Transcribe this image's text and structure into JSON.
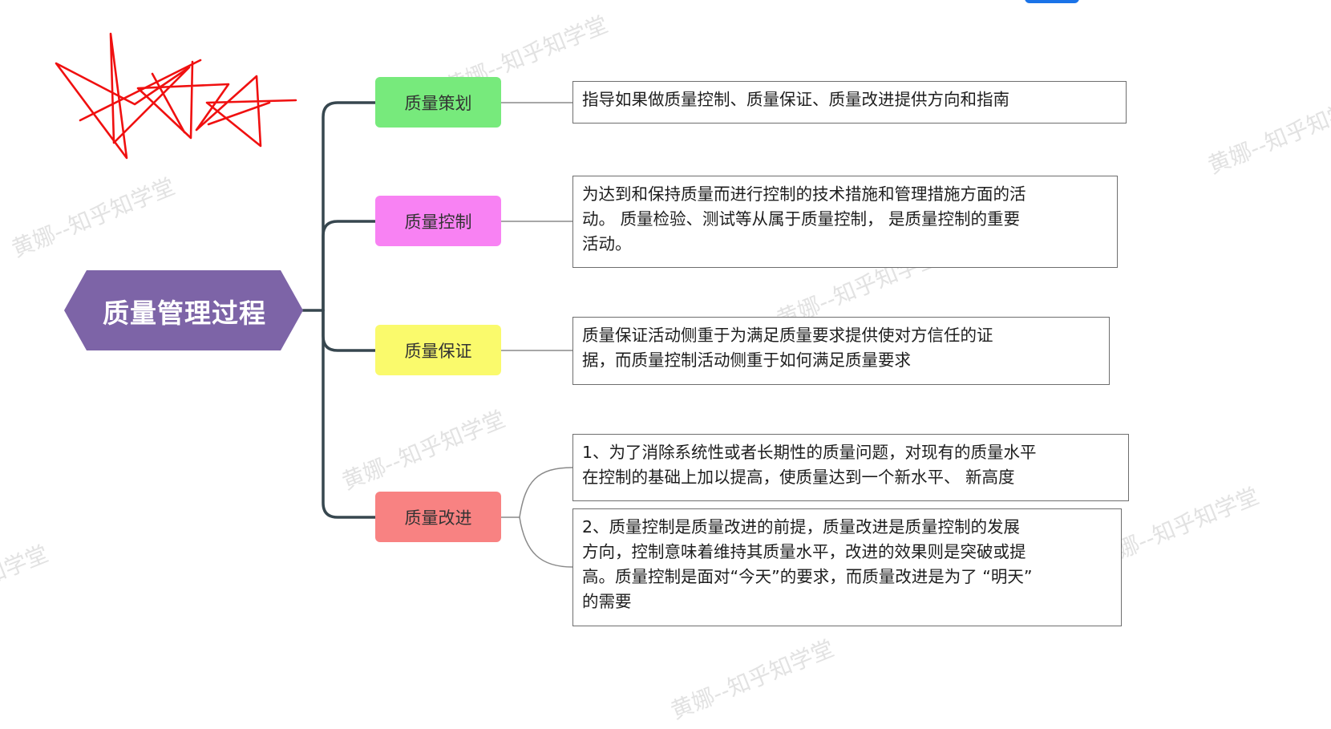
{
  "watermark": "黄娜--知乎知学堂",
  "mindmap": {
    "root": {
      "label": "质量管理过程",
      "fill": "#7d64a7"
    },
    "line_color": "#37474f",
    "branches": [
      {
        "label": "质量策划",
        "color": "#77ea7c",
        "details": [
          "指导如果做质量控制、质量保证、质量改进提供方向和指南"
        ]
      },
      {
        "label": "质量控制",
        "color": "#f882f3",
        "details": [
          "为达到和保持质量而进行控制的技术措施和管理措施方面的活\n动。 质量检验、测试等从属于质量控制， 是质量控制的重要\n活动。"
        ]
      },
      {
        "label": "质量保证",
        "color": "#fafa6c",
        "details": [
          "质量保证活动侧重于为满足质量要求提供使对方信任的证\n据，而质量控制活动侧重于如何满足质量要求"
        ]
      },
      {
        "label": "质量改进",
        "color": "#f88282",
        "details": [
          "1、为了消除系统性或者长期性的质量问题，对现有的质量水平\n在控制的基础上加以提高，使质量达到一个新水平、 新高度",
          "2、质量控制是质量改进的前提，质量改进是质量控制的发展\n方向，控制意味着维持其质量水平，改进的效果则是突破或提\n高。质量控制是面对“今天”的要求，而质量改进是为了 “明天”\n的需要"
        ]
      }
    ]
  },
  "scribble_color": "#f01010",
  "accent_pill_color": "#1a73e8"
}
